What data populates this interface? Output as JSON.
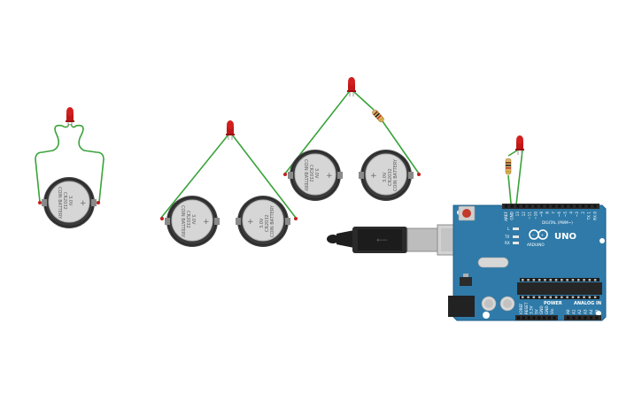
{
  "batteries": [
    {
      "line1": "COIN BATTERY",
      "line2": "CR2032",
      "line3": "3.0V",
      "plus": "+"
    }
  ],
  "arduino": {
    "brand": "ARDUINO",
    "model": "UNO",
    "digital_label": "DIGITAL (PWM~)",
    "power_label": "POWER",
    "analog_label": "ANALOG IN",
    "top_pins": [
      "AREF",
      "GND",
      "13",
      "12",
      "~11",
      "~10",
      "~9",
      "8",
      "7",
      "~6",
      "~5",
      "4",
      "~3",
      "2",
      "TX 1",
      "RX 0"
    ],
    "power_pins": [
      "IOREF",
      "RESET",
      "3.3V",
      "5V",
      "GND",
      "GND",
      "Vin"
    ],
    "analog_pins": [
      "A0",
      "A1",
      "A2",
      "A3",
      "A4",
      "A5"
    ],
    "indicators": [
      "L",
      "TX",
      "RX"
    ]
  },
  "colors": {
    "wire": "#3aa33a",
    "led": "#b81414",
    "board": "#2f7aa8",
    "battery": "#4a4a4a",
    "battery_face": "#d4d4d4"
  }
}
